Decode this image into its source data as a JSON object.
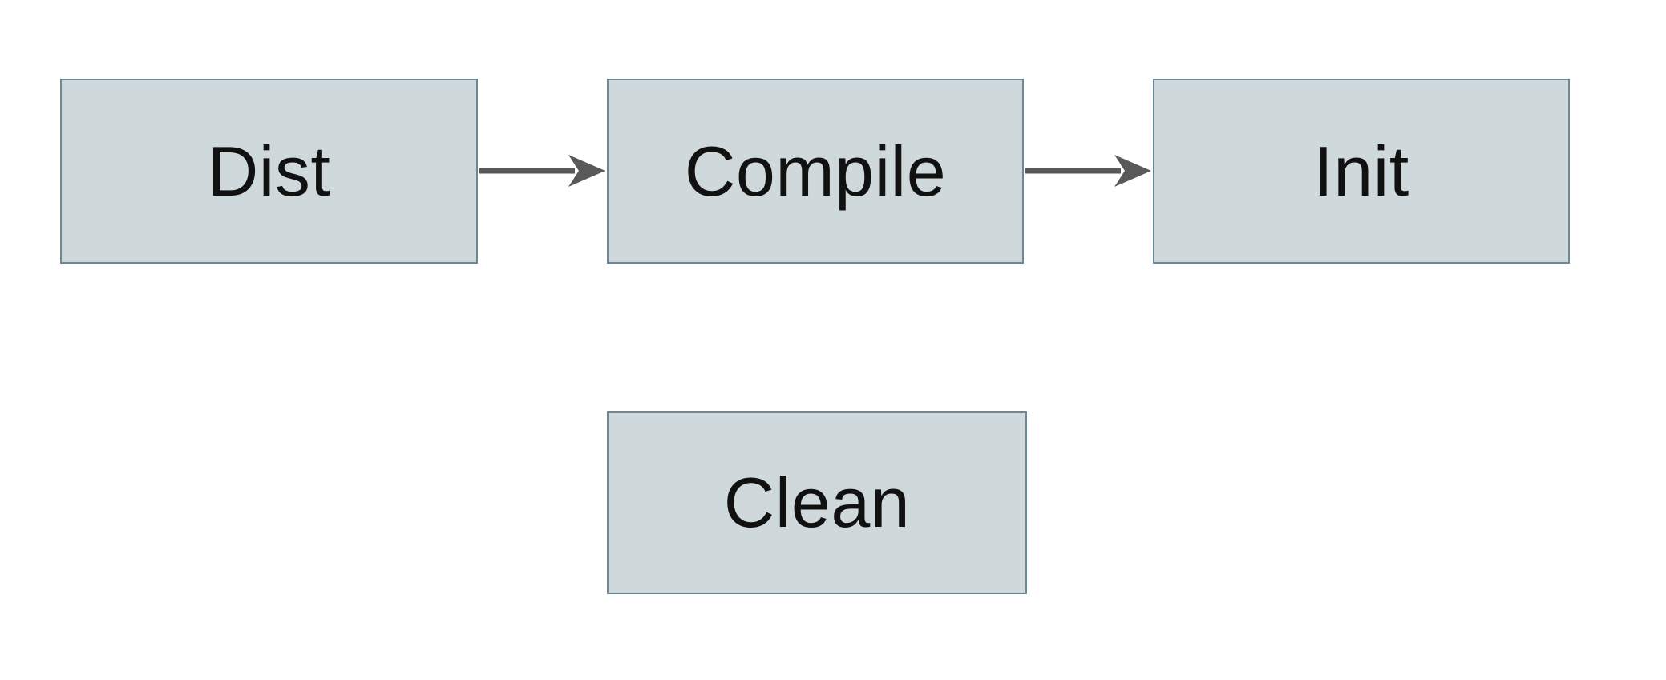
{
  "diagram": {
    "nodes": [
      {
        "id": "dist",
        "label": "Dist"
      },
      {
        "id": "compile",
        "label": "Compile"
      },
      {
        "id": "init",
        "label": "Init"
      },
      {
        "id": "clean",
        "label": "Clean"
      }
    ],
    "edges": [
      {
        "from": "dist",
        "to": "compile"
      },
      {
        "from": "compile",
        "to": "init"
      }
    ],
    "colors": {
      "background": "#ffffff",
      "node_fill": "#cfd8db",
      "node_border": "#6c8795",
      "arrow": "#595959",
      "text": "#111111"
    }
  }
}
